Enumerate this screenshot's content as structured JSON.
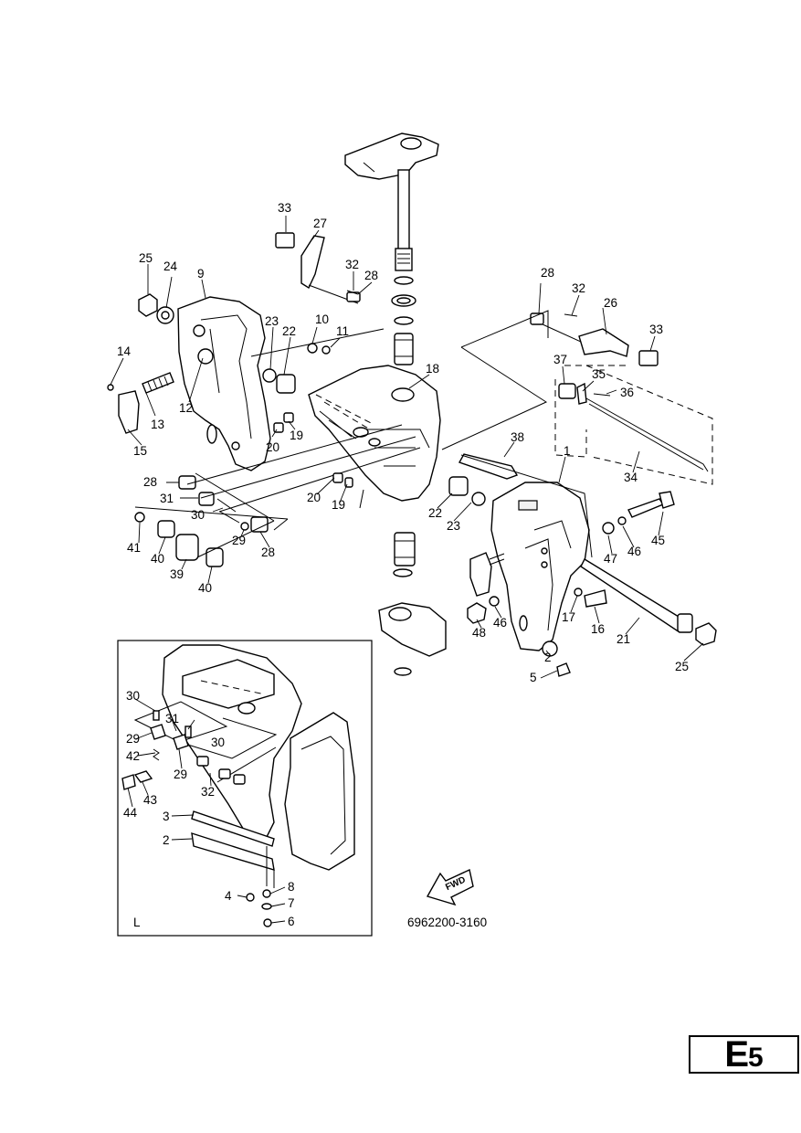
{
  "diagram": {
    "part_code": "6962200-3160",
    "inset_label": "L",
    "fwd_label": "FWD",
    "callouts": [
      {
        "id": "c33a",
        "label": "33"
      },
      {
        "id": "c27",
        "label": "27"
      },
      {
        "id": "c32a",
        "label": "32"
      },
      {
        "id": "c28a",
        "label": "28"
      },
      {
        "id": "c25a",
        "label": "25"
      },
      {
        "id": "c24",
        "label": "24"
      },
      {
        "id": "c9",
        "label": "9"
      },
      {
        "id": "c23a",
        "label": "23"
      },
      {
        "id": "c22a",
        "label": "22"
      },
      {
        "id": "c10",
        "label": "10"
      },
      {
        "id": "c11",
        "label": "11"
      },
      {
        "id": "c14",
        "label": "14"
      },
      {
        "id": "c12",
        "label": "12"
      },
      {
        "id": "c13",
        "label": "13"
      },
      {
        "id": "c15",
        "label": "15"
      },
      {
        "id": "c18",
        "label": "18"
      },
      {
        "id": "c20a",
        "label": "20"
      },
      {
        "id": "c19a",
        "label": "19"
      },
      {
        "id": "c28b",
        "label": "28"
      },
      {
        "id": "c32b",
        "label": "32"
      },
      {
        "id": "c26",
        "label": "26"
      },
      {
        "id": "c33b",
        "label": "33"
      },
      {
        "id": "c37",
        "label": "37"
      },
      {
        "id": "c35",
        "label": "35"
      },
      {
        "id": "c36",
        "label": "36"
      },
      {
        "id": "c34",
        "label": "34"
      },
      {
        "id": "c38",
        "label": "38"
      },
      {
        "id": "c1",
        "label": "1"
      },
      {
        "id": "c28c",
        "label": "28"
      },
      {
        "id": "c31a",
        "label": "31"
      },
      {
        "id": "c30a",
        "label": "30"
      },
      {
        "id": "c20b",
        "label": "20"
      },
      {
        "id": "c19b",
        "label": "19"
      },
      {
        "id": "c22b",
        "label": "22"
      },
      {
        "id": "c23b",
        "label": "23"
      },
      {
        "id": "c41",
        "label": "41"
      },
      {
        "id": "c40a",
        "label": "40"
      },
      {
        "id": "c29a",
        "label": "29"
      },
      {
        "id": "c28d",
        "label": "28"
      },
      {
        "id": "c39",
        "label": "39"
      },
      {
        "id": "c40b",
        "label": "40"
      },
      {
        "id": "c47",
        "label": "47"
      },
      {
        "id": "c46a",
        "label": "46"
      },
      {
        "id": "c45",
        "label": "45"
      },
      {
        "id": "c48",
        "label": "48"
      },
      {
        "id": "c46b",
        "label": "46"
      },
      {
        "id": "c17",
        "label": "17"
      },
      {
        "id": "c16",
        "label": "16"
      },
      {
        "id": "c21",
        "label": "21"
      },
      {
        "id": "c25b",
        "label": "25"
      },
      {
        "id": "c2a",
        "label": "2"
      },
      {
        "id": "c5",
        "label": "5"
      },
      {
        "id": "c30b",
        "label": "30"
      },
      {
        "id": "c31b",
        "label": "31"
      },
      {
        "id": "c29b",
        "label": "29"
      },
      {
        "id": "c30c",
        "label": "30"
      },
      {
        "id": "c42",
        "label": "42"
      },
      {
        "id": "c29c",
        "label": "29"
      },
      {
        "id": "c32c",
        "label": "32"
      },
      {
        "id": "c43",
        "label": "43"
      },
      {
        "id": "c44",
        "label": "44"
      },
      {
        "id": "c3",
        "label": "3"
      },
      {
        "id": "c2b",
        "label": "2"
      },
      {
        "id": "c4",
        "label": "4"
      },
      {
        "id": "c8",
        "label": "8"
      },
      {
        "id": "c7",
        "label": "7"
      },
      {
        "id": "c6",
        "label": "6"
      }
    ]
  },
  "page_badge": {
    "letter": "E",
    "number": "5"
  }
}
